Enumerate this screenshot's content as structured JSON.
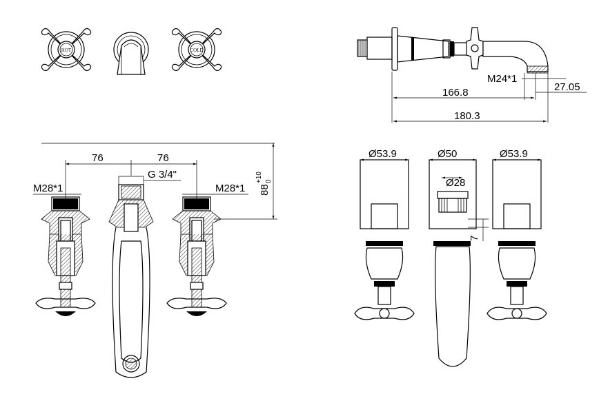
{
  "dimensions": {
    "spacing_left": "76",
    "spacing_right": "76",
    "outlet_thread": "G 3/4\"",
    "inlet_thread_left": "M28*1",
    "inlet_thread_right": "M28*1",
    "height_base": "88",
    "height_plus": "+10",
    "height_minus": "0",
    "spout_thread": "M24*1",
    "spout_tip": "27.05",
    "spout_reach": "166.8",
    "overall_length": "180.3",
    "flange_left": "Ø53.9",
    "flange_center": "Ø50",
    "flange_right": "Ø53.9",
    "spout_neck": "Ø28",
    "flange_depth": "7"
  },
  "handle_labels": {
    "hot": "HOT",
    "cold": "COLD"
  }
}
